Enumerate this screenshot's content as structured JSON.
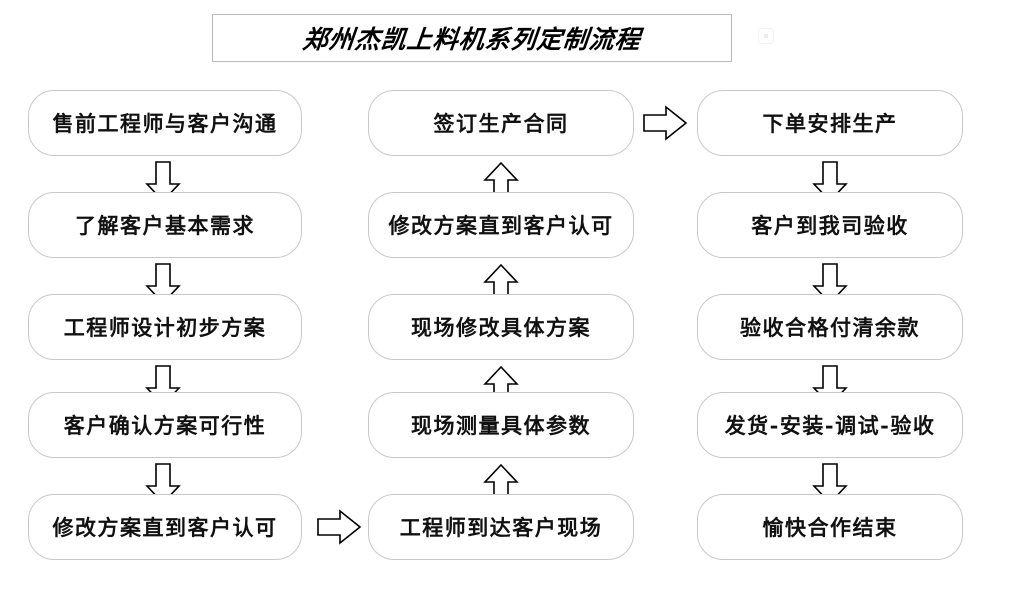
{
  "title": {
    "text": "郑州杰凯上料机系列定制流程"
  },
  "columns": {
    "left": {
      "name": "sales-design-phase",
      "nodes": [
        {
          "id": "l1",
          "label": "售前工程师与客户沟通"
        },
        {
          "id": "l2",
          "label": "了解客户基本需求"
        },
        {
          "id": "l3",
          "label": "工程师设计初步方案"
        },
        {
          "id": "l4",
          "label": "客户确认方案可行性"
        },
        {
          "id": "l5",
          "label": "修改方案直到客户认可"
        }
      ]
    },
    "middle": {
      "name": "onsite-survey-phase",
      "nodes": [
        {
          "id": "m1",
          "label": "签订生产合同"
        },
        {
          "id": "m2",
          "label": "修改方案直到客户认可"
        },
        {
          "id": "m3",
          "label": "现场修改具体方案"
        },
        {
          "id": "m4",
          "label": "现场测量具体参数"
        },
        {
          "id": "m5",
          "label": "工程师到达客户现场"
        }
      ]
    },
    "right": {
      "name": "production-delivery-phase",
      "nodes": [
        {
          "id": "r1",
          "label": "下单安排生产"
        },
        {
          "id": "r2",
          "label": "客户到我司验收"
        },
        {
          "id": "r3",
          "label": "验收合格付清余款"
        },
        {
          "id": "r4",
          "label": "发货-安装-调试-验收"
        },
        {
          "id": "r5",
          "label": "愉快合作结束"
        }
      ]
    }
  },
  "connectors": [
    {
      "id": "c-l1-l2",
      "direction": "down",
      "from": "l1",
      "to": "l2"
    },
    {
      "id": "c-l2-l3",
      "direction": "down",
      "from": "l2",
      "to": "l3"
    },
    {
      "id": "c-l3-l4",
      "direction": "down",
      "from": "l3",
      "to": "l4"
    },
    {
      "id": "c-l4-l5",
      "direction": "down",
      "from": "l4",
      "to": "l5"
    },
    {
      "id": "c-l5-m5",
      "direction": "right",
      "from": "l5",
      "to": "m5"
    },
    {
      "id": "c-m5-m4",
      "direction": "up",
      "from": "m5",
      "to": "m4"
    },
    {
      "id": "c-m4-m3",
      "direction": "up",
      "from": "m4",
      "to": "m3"
    },
    {
      "id": "c-m3-m2",
      "direction": "up",
      "from": "m3",
      "to": "m2"
    },
    {
      "id": "c-m2-m1",
      "direction": "up",
      "from": "m2",
      "to": "m1"
    },
    {
      "id": "c-m1-r1",
      "direction": "right",
      "from": "m1",
      "to": "r1"
    },
    {
      "id": "c-r1-r2",
      "direction": "down",
      "from": "r1",
      "to": "r2"
    },
    {
      "id": "c-r2-r3",
      "direction": "down",
      "from": "r2",
      "to": "r3"
    },
    {
      "id": "c-r3-r4",
      "direction": "down",
      "from": "r3",
      "to": "r4"
    },
    {
      "id": "c-r4-r5",
      "direction": "down",
      "from": "r4",
      "to": "r5"
    }
  ],
  "colors": {
    "background": "#ffffff",
    "node_border": "#c9c9c9",
    "title_border": "#b8b8b8",
    "text": "#111111",
    "arrow_stroke": "#000000",
    "arrow_fill": "#ffffff"
  }
}
